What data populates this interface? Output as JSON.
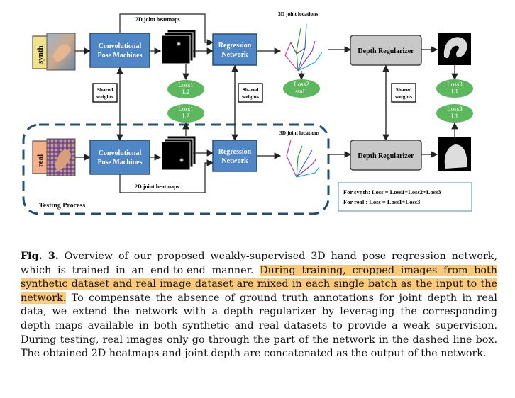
{
  "figure": {
    "inputs": {
      "synth": "synth",
      "real": "real"
    },
    "cpm_line1": "Convolutional",
    "cpm_line2": "Pose Machines",
    "heatmaps_label": "2D joint heatmaps",
    "regression_line1": "Regression",
    "regression_line2": "Network",
    "joint_locations_label": "3D joint locations",
    "depth_regularizer": "Depth Regularizer",
    "shared_line1": "Shared",
    "shared_line2": "weights",
    "losses": {
      "loss1_top": {
        "name": "Loss1",
        "type": "L2"
      },
      "loss1_bottom": {
        "name": "Loss1",
        "type": "L2"
      },
      "loss2": {
        "name": "Loss2",
        "type": "sml1"
      },
      "loss3_top": {
        "name": "Loss3",
        "type": "L1"
      },
      "loss3_bottom": {
        "name": "Loss3",
        "type": "L1"
      }
    },
    "testing_process": "Testing Process",
    "formula_synth": "For synth: Loss =  Loss1+Loss2+Loss3",
    "formula_real": "For real :  Loss =  Loss1+Loss3",
    "colors": {
      "blue_box": "#4f86c6",
      "loss_green": "#5cb85c",
      "dashed_border": "#1f4e79",
      "gray_box": "#c8c8c8"
    }
  },
  "caption": {
    "label": "Fig. 3.",
    "text_before": " Overview of our proposed weakly-supervised 3D hand pose regression network, which is trained in an end-to-end manner. ",
    "highlighted": "During training, cropped images from both synthetic dataset and real image dataset are mixed in each single batch as the input to the network.",
    "text_after": " To compensate the absence of ground truth annotations for joint depth in real data, we extend the network with a depth regularizer by leveraging the corresponding depth maps available in both synthetic and real datasets to provide a weak supervision. During testing, real images only go through the part of the network in the dashed line box. The obtained 2D heatmaps and joint depth are concatenated as the output of the network."
  }
}
